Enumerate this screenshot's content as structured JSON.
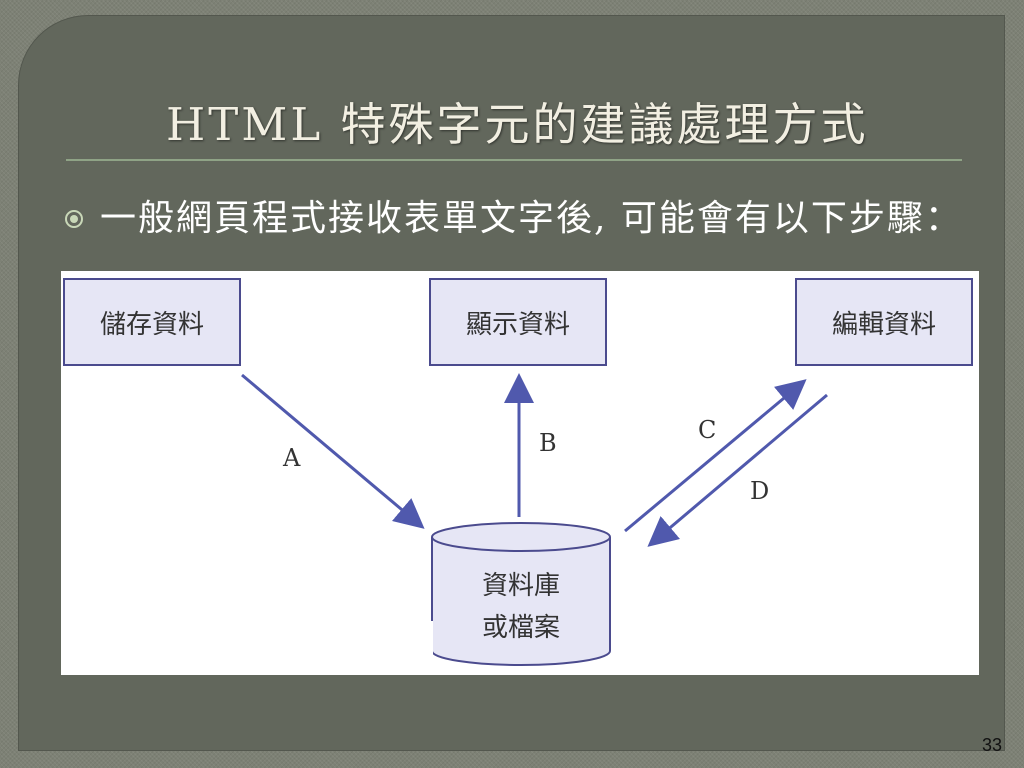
{
  "slide": {
    "title": "HTML 特殊字元的建議處理方式",
    "bullet": "一般網頁程式接收表單文字後, 可能會有以下步驟：",
    "page_number": "33",
    "colors": {
      "panel": "#62675c",
      "title_text": "#f2efe2",
      "rule": "#8fa386",
      "box_fill": "#e6e6f5",
      "box_stroke": "#4b4b8e",
      "arrow": "#5059ad"
    }
  },
  "diagram": {
    "boxes": {
      "store": "儲存資料",
      "display": "顯示資料",
      "edit": "編輯資料"
    },
    "database": {
      "line1": "資料庫",
      "line2": "或檔案"
    },
    "arrows": {
      "a": "A",
      "b": "B",
      "c": "C",
      "d": "D"
    }
  }
}
